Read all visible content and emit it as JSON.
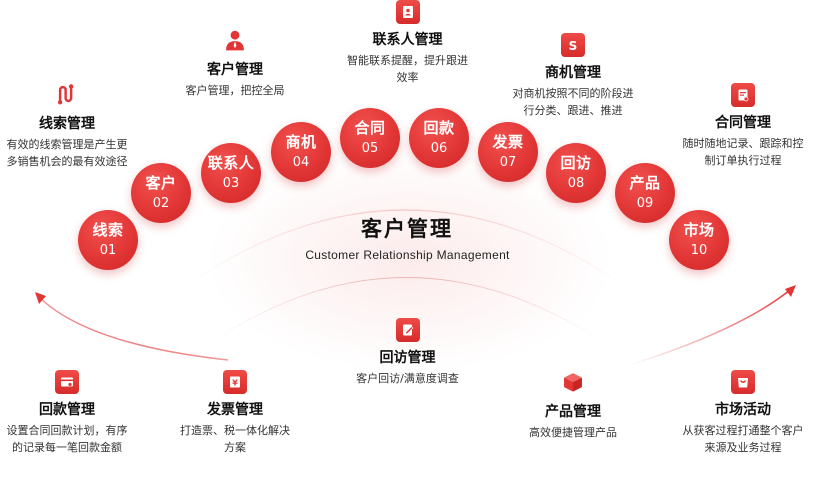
{
  "center": {
    "title": "客户管理",
    "subtitle": "Customer Relationship Management"
  },
  "accent_color": "#e23636",
  "circles": [
    {
      "label": "线索",
      "num": "01"
    },
    {
      "label": "客户",
      "num": "02"
    },
    {
      "label": "联系人",
      "num": "03"
    },
    {
      "label": "商机",
      "num": "04"
    },
    {
      "label": "合同",
      "num": "05"
    },
    {
      "label": "回款",
      "num": "06"
    },
    {
      "label": "发票",
      "num": "07"
    },
    {
      "label": "回访",
      "num": "08"
    },
    {
      "label": "产品",
      "num": "09"
    },
    {
      "label": "市场",
      "num": "10"
    }
  ],
  "top_features": [
    {
      "title": "线索管理",
      "lines": [
        "有效的线索管理是产生更",
        "多销售机会的最有效途径"
      ],
      "icon": "route-icon"
    },
    {
      "title": "客户管理",
      "lines": [
        "客户管理，把控全局"
      ],
      "icon": "user-icon"
    },
    {
      "title": "联系人管理",
      "lines": [
        "智能联系提醒，提升跟进",
        "效率"
      ],
      "icon": "contact-book-icon"
    },
    {
      "title": "商机管理",
      "lines": [
        "对商机按照不同的阶段进",
        "行分类、跟进、推进"
      ],
      "icon": "shopping-bag-icon"
    },
    {
      "title": "合同管理",
      "lines": [
        "随时随地记录、跟踪和控",
        "制订单执行过程"
      ],
      "icon": "contract-icon"
    }
  ],
  "bottom_features": [
    {
      "title": "回款管理",
      "lines": [
        "设置合同回款计划，有序",
        "的记录每一笔回款金额"
      ],
      "icon": "payment-card-icon"
    },
    {
      "title": "发票管理",
      "lines": [
        "打造票、税一体化解决",
        "方案"
      ],
      "icon": "invoice-yen-icon"
    },
    {
      "title": "回访管理",
      "lines": [
        "客户回访/满意度调查"
      ],
      "icon": "notebook-pen-icon"
    },
    {
      "title": "产品管理",
      "lines": [
        "高效便捷管理产品"
      ],
      "icon": "box-icon"
    },
    {
      "title": "市场活动",
      "lines": [
        "从获客过程打通整个客户",
        "来源及业务过程"
      ],
      "icon": "campaign-bag-icon"
    }
  ]
}
